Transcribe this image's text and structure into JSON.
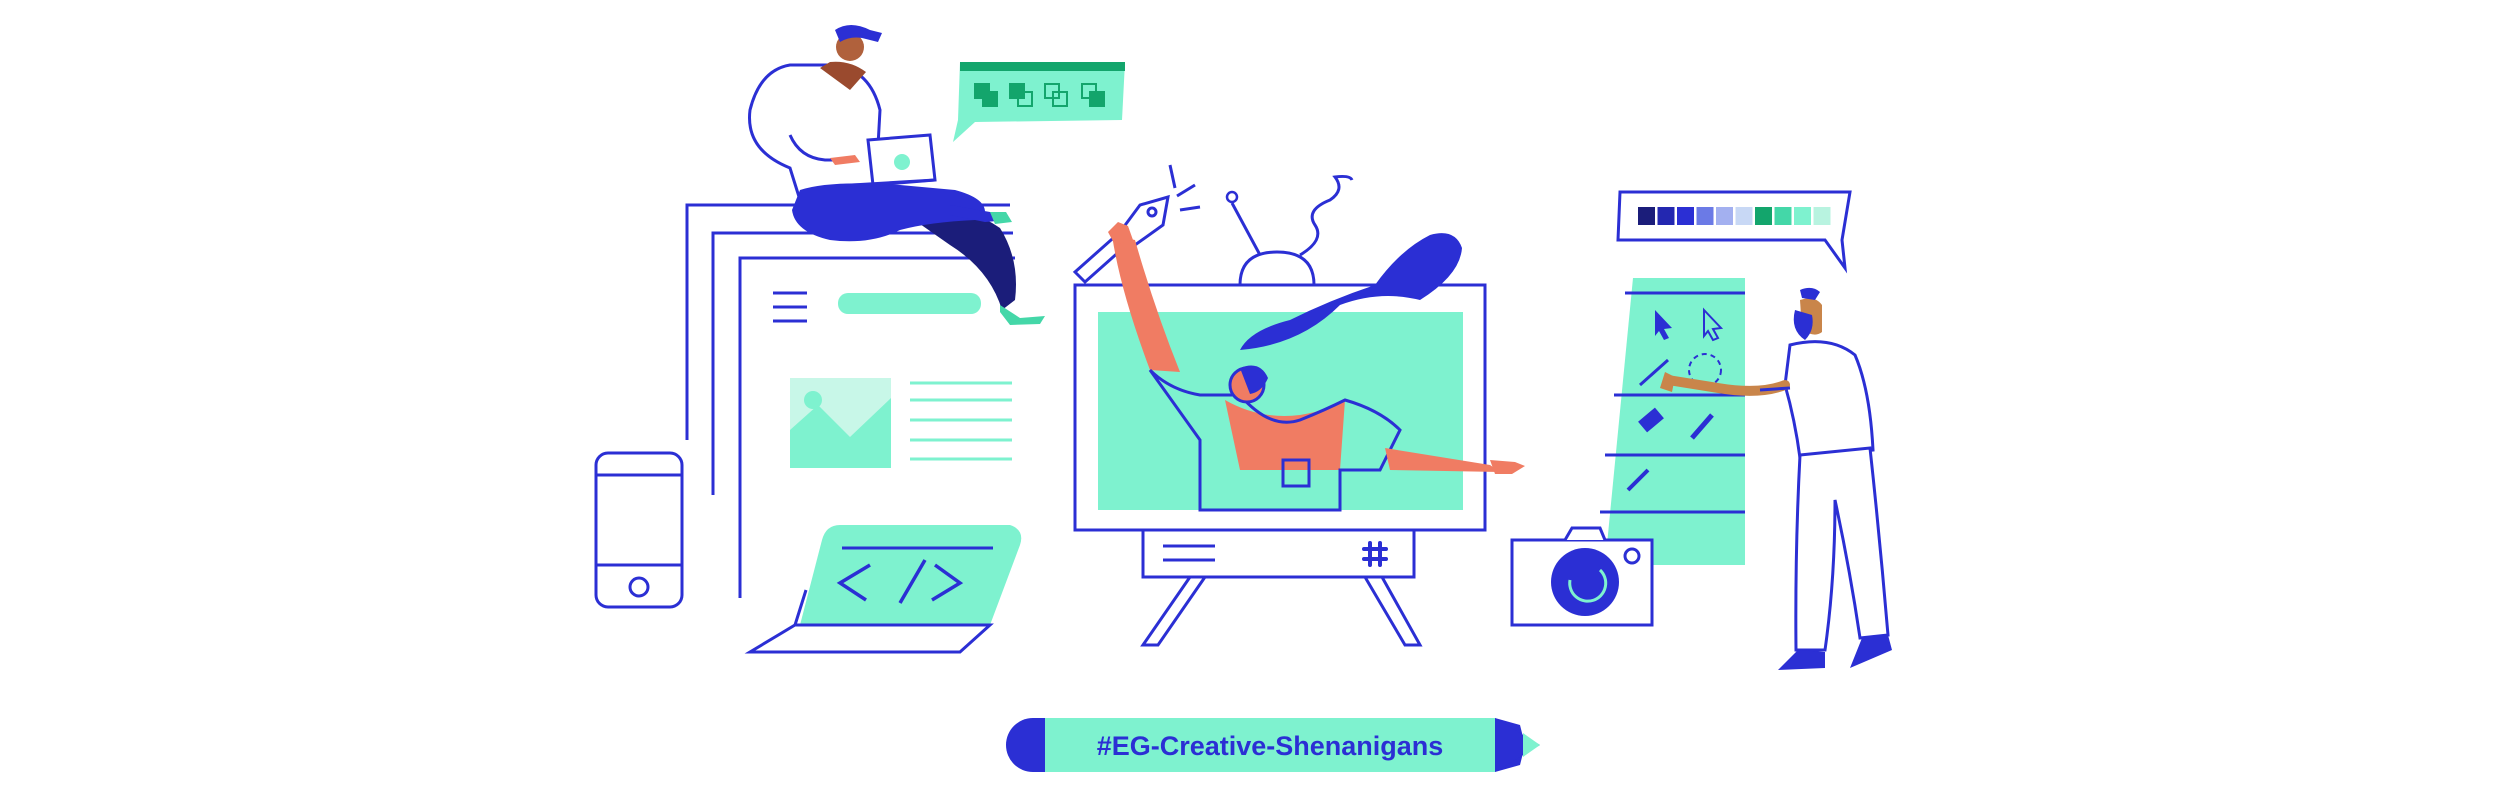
{
  "banner": {
    "hashtag": "#EG-Creative-Shenanigans"
  },
  "colors": {
    "primary_blue": "#2b2fd4",
    "mint": "#7ef2cf",
    "light_mint": "#c8f7e8",
    "coral": "#f07c63",
    "skin_tan": "#c9854a",
    "navy": "#1b1d7a",
    "green": "#13a56c"
  },
  "palette_swatches": [
    "#1b1d7a",
    "#2327b0",
    "#2b2fd4",
    "#6b7ae6",
    "#a3b0f0",
    "#c8d8f5",
    "#13a56c",
    "#44d7a8",
    "#7ef2cf",
    "#b8f3e0"
  ],
  "icons": {
    "code_symbol": "</>",
    "slack": "slack-logo",
    "speech_bubble_blocks": 4
  }
}
